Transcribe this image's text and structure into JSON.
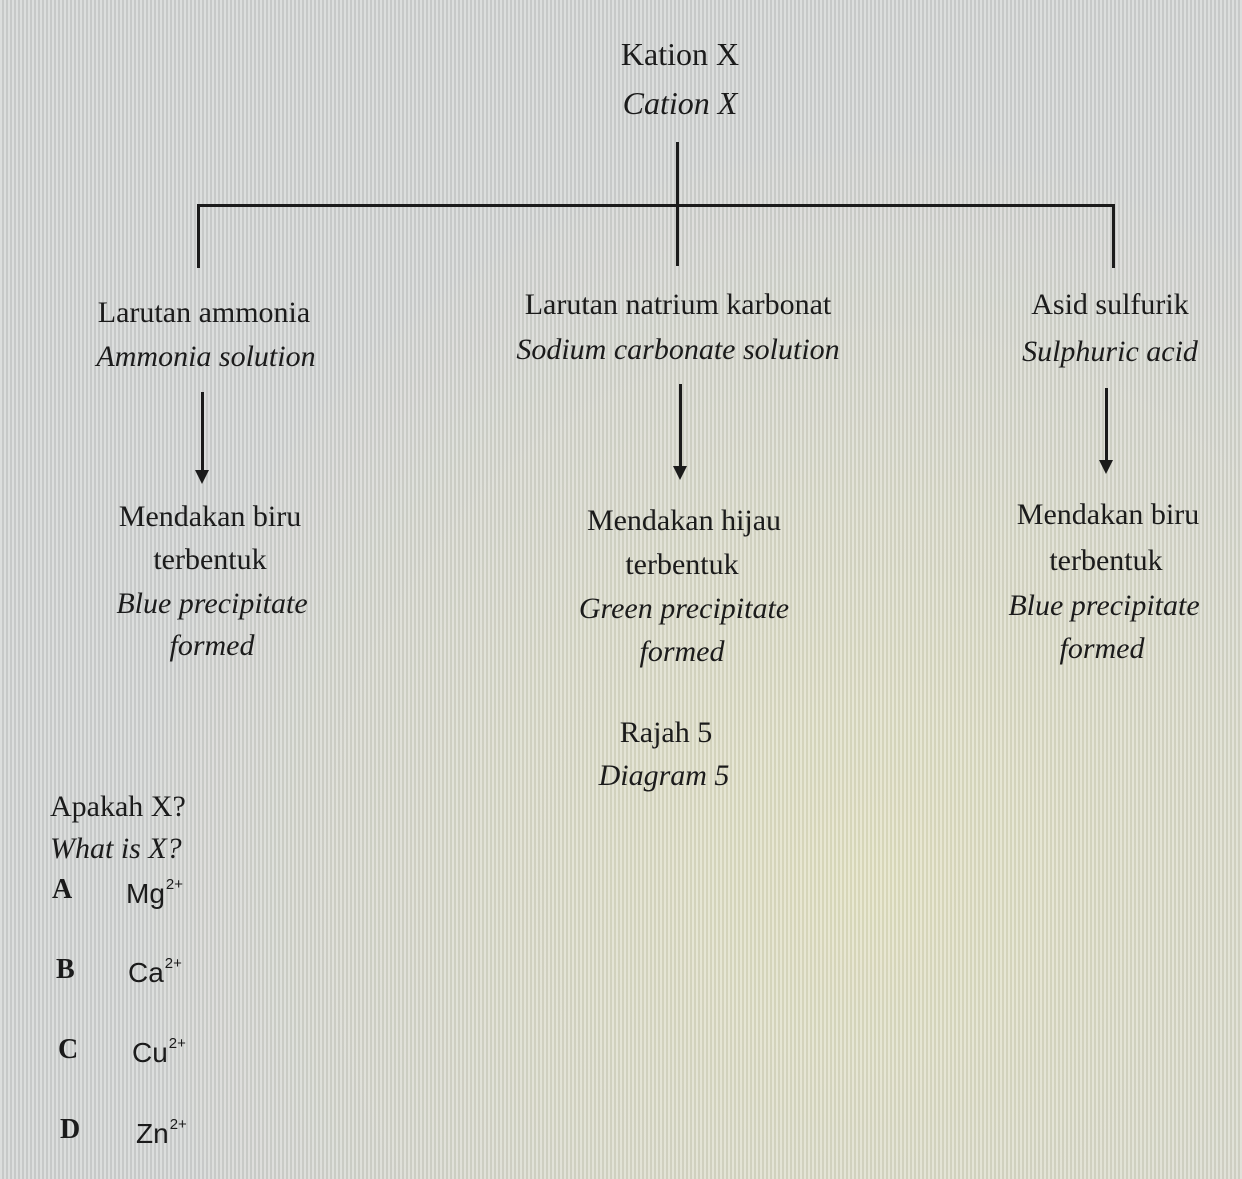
{
  "root": {
    "label_ms": "Kation X",
    "label_en": "Cation X"
  },
  "branches": [
    {
      "reagent_ms": "Larutan ammonia",
      "reagent_en": "Ammonia solution",
      "result_ms_1": "Mendakan biru",
      "result_ms_2": "terbentuk",
      "result_en_1": "Blue precipitate",
      "result_en_2": "formed"
    },
    {
      "reagent_ms": "Larutan natrium karbonat",
      "reagent_en": "Sodium carbonate solution",
      "result_ms_1": "Mendakan hijau",
      "result_ms_2": "terbentuk",
      "result_en_1": "Green precipitate",
      "result_en_2": "formed"
    },
    {
      "reagent_ms": "Asid sulfurik",
      "reagent_en": "Sulphuric acid",
      "result_ms_1": "Mendakan biru",
      "result_ms_2": "terbentuk",
      "result_en_1": "Blue precipitate",
      "result_en_2": "formed"
    }
  ],
  "caption": {
    "ms": "Rajah 5",
    "en": "Diagram 5"
  },
  "question": {
    "ms": "Apakah X?",
    "en": "What is X?"
  },
  "options": [
    {
      "letter": "A",
      "base": "Mg",
      "charge": "2+"
    },
    {
      "letter": "B",
      "base": "Ca",
      "charge": "2+"
    },
    {
      "letter": "C",
      "base": "Cu",
      "charge": "2+"
    },
    {
      "letter": "D",
      "base": "Zn",
      "charge": "2+"
    }
  ]
}
